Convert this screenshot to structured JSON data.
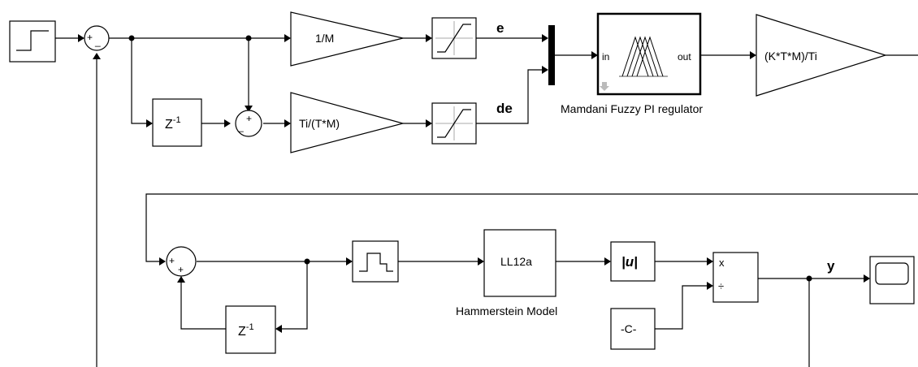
{
  "diagram": {
    "gains": {
      "inv_m": "1/M",
      "ti_tm": "Ti/(T*M)",
      "output_gain": "(K*T*M)/Ti"
    },
    "delay_main": "Z",
    "delay_main_exp": "-1",
    "delay_loop": "Z",
    "delay_loop_exp": "-1",
    "signals": {
      "e": "e",
      "de": "de",
      "y": "y"
    },
    "sum_top": {
      "a": "+",
      "b": "_"
    },
    "sum_diff": {
      "a": "_",
      "b": "+"
    },
    "sum_loop": {
      "a": "+",
      "b": "+"
    },
    "fuzzy": {
      "in_port": "in",
      "out_port": "out",
      "caption": "Mamdani Fuzzy PI regulator"
    },
    "model": {
      "name": "LL12a",
      "caption": "Hammerstein Model"
    },
    "abs_block": "|u|",
    "divide": {
      "mult": "x",
      "div": "÷"
    },
    "constant": "-C-"
  }
}
